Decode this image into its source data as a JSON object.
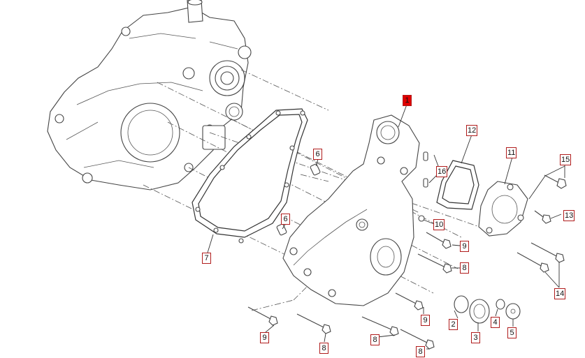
{
  "diagram": {
    "callouts": [
      {
        "id": "c1",
        "text": "1",
        "selected": true
      },
      {
        "id": "c2",
        "text": "2"
      },
      {
        "id": "c3",
        "text": "3"
      },
      {
        "id": "c4",
        "text": "4"
      },
      {
        "id": "c5",
        "text": "5"
      },
      {
        "id": "c6a",
        "text": "6"
      },
      {
        "id": "c6b",
        "text": "6"
      },
      {
        "id": "c7",
        "text": "7"
      },
      {
        "id": "c8a",
        "text": "8"
      },
      {
        "id": "c8b",
        "text": "8"
      },
      {
        "id": "c8c",
        "text": "8"
      },
      {
        "id": "c8d",
        "text": "8"
      },
      {
        "id": "c9a",
        "text": "9"
      },
      {
        "id": "c9b",
        "text": "9"
      },
      {
        "id": "c9c",
        "text": "9"
      },
      {
        "id": "c10",
        "text": "10"
      },
      {
        "id": "c11",
        "text": "11"
      },
      {
        "id": "c12",
        "text": "12"
      },
      {
        "id": "c13",
        "text": "13"
      },
      {
        "id": "c14",
        "text": "14"
      },
      {
        "id": "c15",
        "text": "15"
      },
      {
        "id": "c16",
        "text": "16"
      }
    ],
    "colors": {
      "callout_border": "#b01c1c",
      "selected_fill": "#e00000",
      "line": "#444444"
    }
  }
}
